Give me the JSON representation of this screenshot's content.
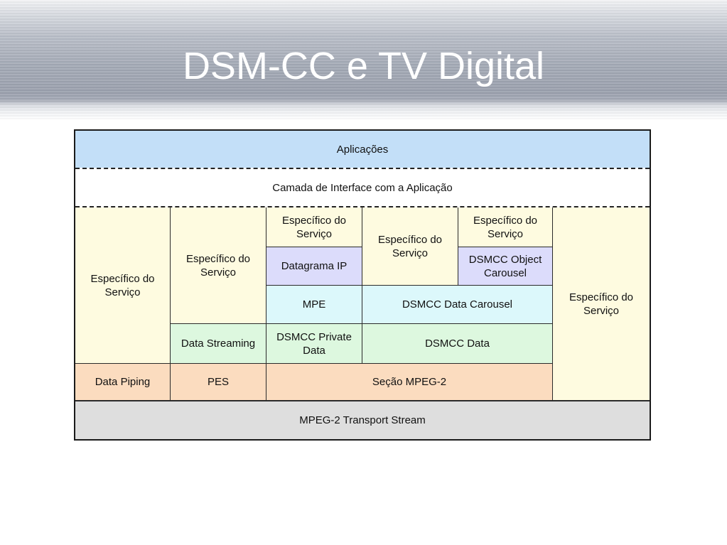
{
  "slide": {
    "title": "DSM-CC e TV Digital"
  },
  "diagram": {
    "aplicacoes": "Aplicações",
    "camada_interface": "Camada de Interface com a Aplicação",
    "especifico_left": "Específico do Serviço",
    "especifico_col2": "Específico do Serviço",
    "especifico_col3": "Específico do Serviço",
    "especifico_col4": "Específico do Serviço",
    "especifico_col5": "Específico do Serviço",
    "especifico_right": "Específico do Serviço",
    "datagrama_ip": "Datagrama IP",
    "dsmcc_object_carousel": "DSMCC Object Carousel",
    "mpe": "MPE",
    "dsmcc_data_carousel": "DSMCC Data Carousel",
    "data_streaming": "Data Streaming",
    "dsmcc_private_data": "DSMCC Private Data",
    "dsmcc_data": "DSMCC Data",
    "data_piping": "Data Piping",
    "pes": "PES",
    "secao_mpeg2": "Seção MPEG-2",
    "transport_stream": "MPEG-2 Transport Stream"
  },
  "colors": {
    "aplicacoes": "#c3dff8",
    "especifico": "#fefbe0",
    "datagrama_ip": "#dcdcfb",
    "mpe": "#dcf8fb",
    "data_streaming": "#ddf8df",
    "peach": "#fbdcbf",
    "transport": "#dedede"
  }
}
